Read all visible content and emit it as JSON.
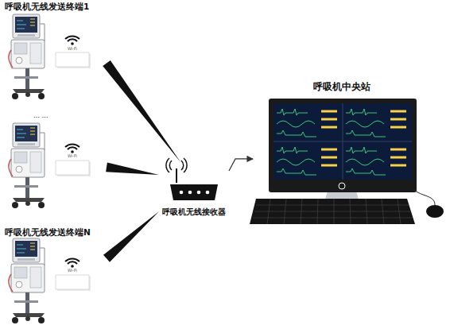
{
  "diagram": {
    "nodes": [
      {
        "text": [
          "呼吸机无线发送终端1",
          "Wi-Fi"
        ]
      },
      {
        "text": [
          "… …",
          "Wi-Fi"
        ]
      },
      {
        "text": [
          "呼吸机无线发送终端N",
          "Wi-Fi"
        ]
      },
      {
        "text": [
          "呼吸机无线接收器"
        ]
      },
      {
        "text": [
          "呼吸机中央站"
        ]
      }
    ],
    "edges": [
      {
        "from": 0,
        "to": 3,
        "arrow": "none"
      },
      {
        "from": 1,
        "to": 3,
        "arrow": "none"
      },
      {
        "from": 2,
        "to": 3,
        "arrow": "none"
      },
      {
        "from": 3,
        "to": 4,
        "arrow": "to"
      }
    ]
  }
}
